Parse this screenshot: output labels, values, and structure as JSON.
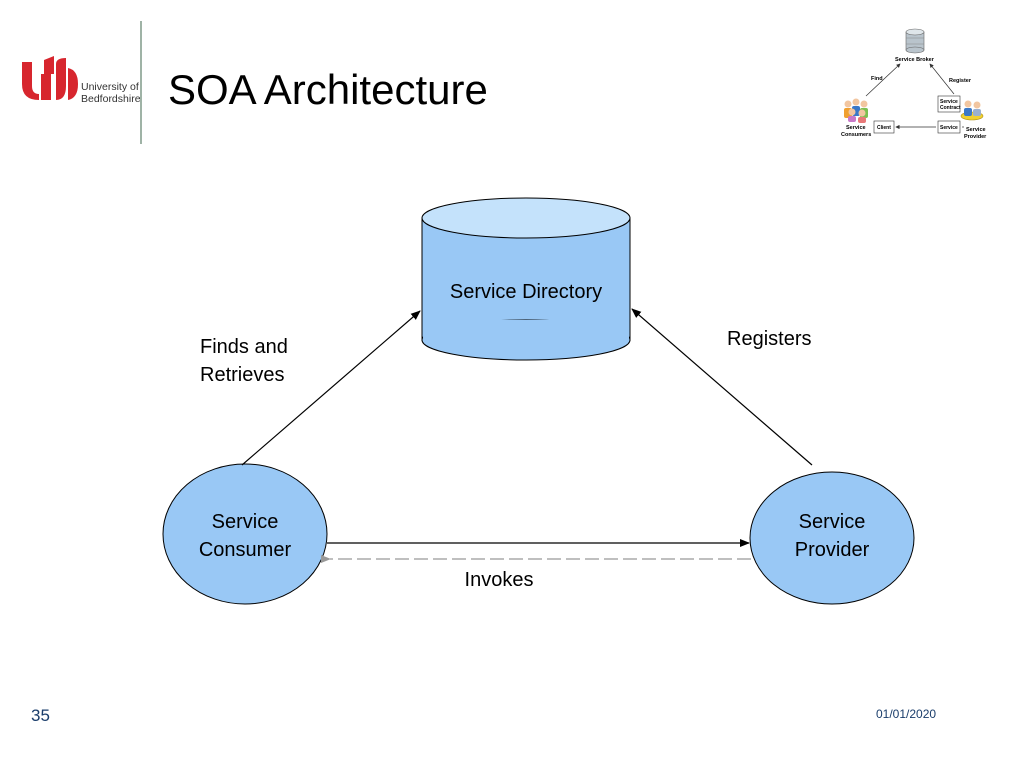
{
  "logo": {
    "line1": "University of",
    "line2": "Bedfordshire",
    "color": "#d7262e"
  },
  "title": "SOA Architecture",
  "thumbnail": {
    "broker_label": "Service Broker",
    "find_label": "Find",
    "register_label": "Register",
    "contract_label_1": "Service",
    "contract_label_2": "Contract",
    "consumers_label_1": "Service",
    "consumers_label_2": "Consumers",
    "client_label": "Client",
    "service_label": "Service",
    "provider_label_1": "Service",
    "provider_label_2": "Provider"
  },
  "diagram": {
    "directory_label": "Service Directory",
    "finds_label_1": "Finds and",
    "finds_label_2": "Retrieves",
    "registers_label": "Registers",
    "consumer_label_1": "Service",
    "consumer_label_2": "Consumer",
    "provider_label_1": "Service",
    "provider_label_2": "Provider",
    "invokes_label": "Invokes",
    "fill_color": "#99c8f5",
    "top_color": "#c4e2fb",
    "stroke_color": "#000000"
  },
  "footer": {
    "page_number": "35",
    "date": "01/01/2020"
  }
}
